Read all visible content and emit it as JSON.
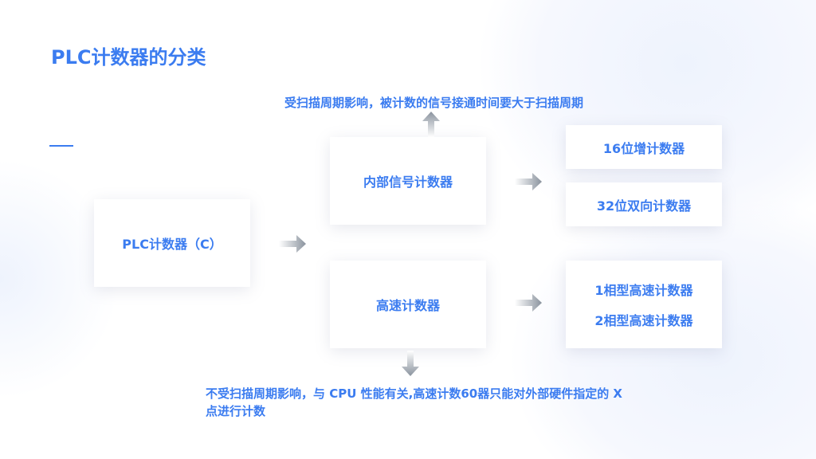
{
  "title": "PLC计数器的分类",
  "root": "PLC计数器（C）",
  "internal": "内部信号计数器",
  "highspeed": "高速计数器",
  "internal_note": "受扫描周期影响，被计数的信号接通时间要大于扫描周期",
  "highspeed_note_line1": "不受扫描周期影响，与 CPU 性能有关,高速计数60器只能对外部硬件指定的 X",
  "highspeed_note_line2": "点进行计数",
  "internal_types": [
    "16位增计数器",
    "32位双向计数器"
  ],
  "highspeed_types": [
    "1相型高速计数器",
    "2相型高速计数器"
  ],
  "colors": {
    "accent": "#3b7cf0"
  }
}
